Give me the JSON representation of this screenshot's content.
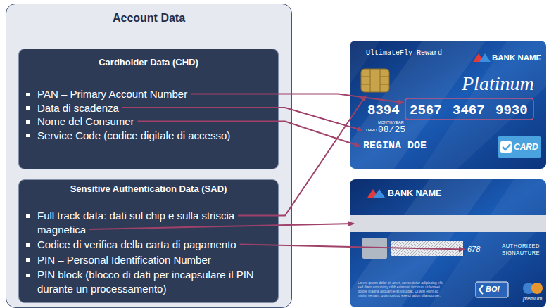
{
  "diagram": {
    "nodes": [
      {
        "text": [
          "Account Data"
        ]
      },
      {
        "text": [
          "Cardholder Data (CHD)",
          "PAN – Primary Account Number",
          "Data di scadenza",
          "Nome del Consumer",
          "Service Code (codice digitale di accesso)"
        ],
        "in": 0
      },
      {
        "text": [
          "Sensitive Authentication Data (SAD)",
          "Full track data: dati sul chip e sulla striscia magnetica",
          "Codice di verifica della carta di pagamento",
          "PIN – Personal Identification Number",
          "PIN block (blocco di dati per incapsulare il PIN durante un processamento)"
        ],
        "in": 0
      }
    ],
    "labels": [
      "UltimateFly Reward",
      "BANK NAME",
      "Platinum",
      "8394",
      "2567",
      "3467",
      "9930",
      "MONTH/YEAR",
      "THRU",
      "08/25",
      "REGINA DOE",
      "CARD",
      "BANK NAME",
      "678",
      "AUTHORIZED SIGNAUTURE",
      "Lorem ipsum dolor sit amet, consectetur adipiscing elit, sed diam nonummy nibh euismod tincidunt ut laoreet dolore magna aliquam erat volutpat. Ut wisi enim ad minim veniam, quis nostrud exerci tation ullamcorper.",
      "BOI",
      "premium"
    ]
  }
}
